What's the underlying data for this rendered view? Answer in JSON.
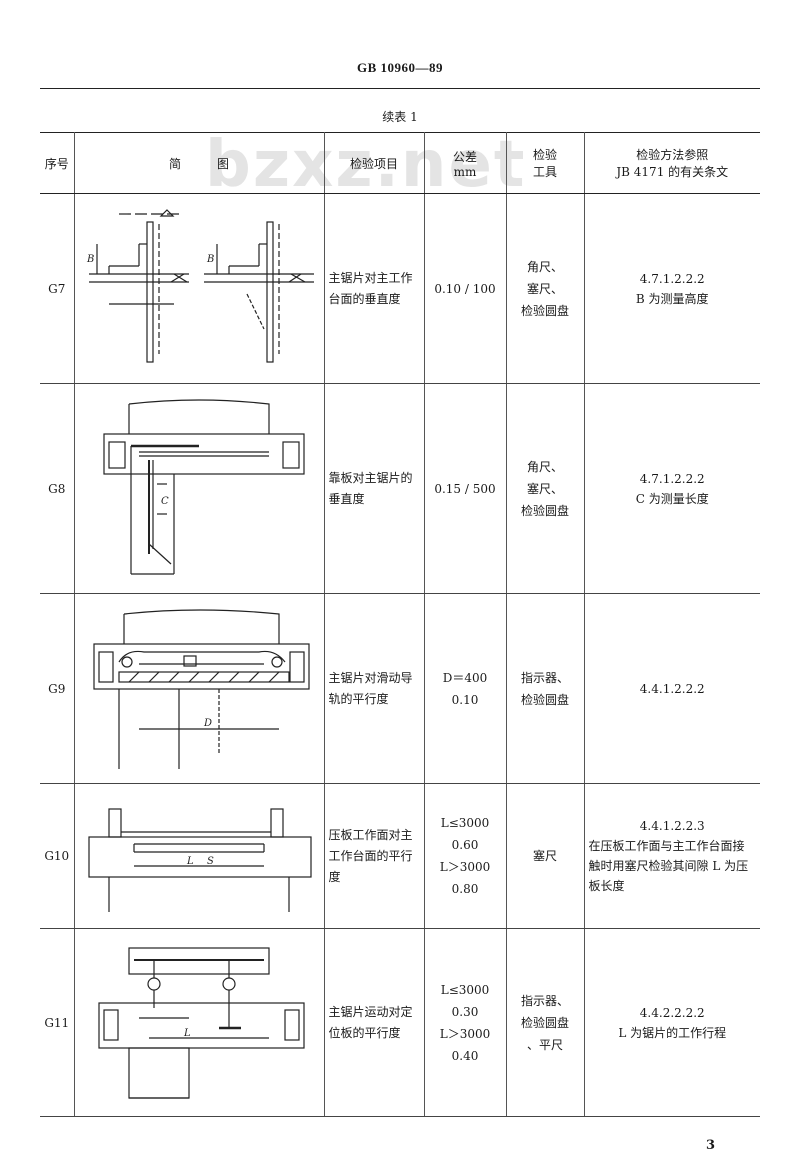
{
  "header": {
    "standard_code": "GB 10960—89",
    "continued_label": "续表 1"
  },
  "watermark": "bzxz.net",
  "table": {
    "columns": [
      "序号",
      "简　　　图",
      "检验项目",
      "公差\nmm",
      "检验\n工具",
      "检验方法参照\nJB 4171 的有关条文"
    ],
    "rows": [
      {
        "no": "G7",
        "item": "主锯片对主工作台面的垂直度",
        "tolerance": [
          "0.10 / 100"
        ],
        "tools": [
          "角尺、",
          "塞尺、",
          "检验圆盘"
        ],
        "reference": [
          "4.7.1.2.2.2",
          "B 为测量高度"
        ]
      },
      {
        "no": "G8",
        "item": "靠板对主锯片的垂直度",
        "tolerance": [
          "0.15 / 500"
        ],
        "tools": [
          "角尺、",
          "塞尺、",
          "检验圆盘"
        ],
        "reference": [
          "4.7.1.2.2.2",
          "C 为测量长度"
        ]
      },
      {
        "no": "G9",
        "item": "主锯片对滑动导轨的平行度",
        "tolerance": [
          "D＝400",
          "0.10"
        ],
        "tools": [
          "指示器、",
          "检验圆盘"
        ],
        "reference": [
          "4.4.1.2.2.2"
        ]
      },
      {
        "no": "G10",
        "item": "压板工作面对主工作台面的平行度",
        "tolerance": [
          "L≤3000",
          "0.60",
          "L＞3000",
          "0.80"
        ],
        "tools": [
          "塞尺"
        ],
        "reference": [
          "4.4.1.2.2.3",
          "在压板工作面与主工作台面接触时用塞尺检验其间隙 L 为压板长度"
        ]
      },
      {
        "no": "G11",
        "item": "主锯片运动对定位板的平行度",
        "tolerance": [
          "L≤3000",
          "0.30",
          "L＞3000",
          "0.40"
        ],
        "tools": [
          "指示器、",
          "检验圆盘",
          "、平尺"
        ],
        "reference": [
          "4.4.2.2.2.2",
          "L 为锯片的工作行程"
        ]
      }
    ]
  },
  "figure_labels": {
    "g7": [
      "B",
      "B"
    ],
    "g8": [
      "C"
    ],
    "g9": [
      "D"
    ],
    "g10": [
      "L",
      "S"
    ],
    "g11": [
      "L"
    ]
  },
  "footer": {
    "page_number": "3"
  }
}
